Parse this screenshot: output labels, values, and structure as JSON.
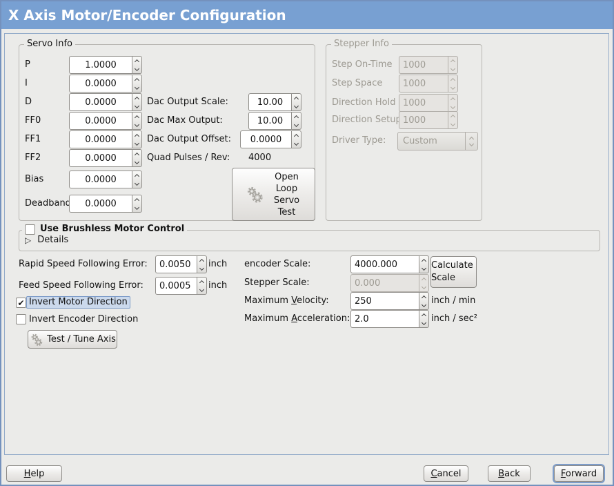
{
  "window": {
    "title": "X Axis Motor/Encoder Configuration"
  },
  "colors": {
    "bg": "#ebebe9",
    "titlebar": "#78a0d2",
    "highlight_bg": "#cbd9ec",
    "highlight_border": "#7f9dc9",
    "disabled_text": "#9d9a92",
    "focus_ring": "#7d9cc9"
  },
  "icons": {
    "details_expander": "▷",
    "check_glyph": "✔"
  },
  "servo_info": {
    "title": "Servo Info",
    "rows": [
      {
        "label": "P",
        "value": "1.0000"
      },
      {
        "label": "I",
        "value": "0.0000"
      },
      {
        "label": "D",
        "value": "0.0000"
      },
      {
        "label": "FF0",
        "value": "0.0000"
      },
      {
        "label": "FF1",
        "value": "0.0000"
      },
      {
        "label": "FF2",
        "value": "0.0000"
      },
      {
        "label": "Bias",
        "value": "0.0000"
      },
      {
        "label": "Deadband",
        "value": "0.0000"
      }
    ],
    "dac_output_scale": {
      "label": "Dac Output Scale:",
      "value": "10.00"
    },
    "dac_max_output": {
      "label": "Dac Max Output:",
      "value": "10.00"
    },
    "dac_output_offset": {
      "label": "Dac Output Offset:",
      "value": "0.0000"
    },
    "quad_pulses": {
      "label": "Quad Pulses / Rev:",
      "value": "4000"
    },
    "open_loop_button_label": "Open Loop Servo Test"
  },
  "stepper_info": {
    "title": "Stepper Info",
    "rows": [
      {
        "label": "Step On-Time",
        "value": "1000"
      },
      {
        "label": "Step Space",
        "value": "1000"
      },
      {
        "label": "Direction Hold",
        "value": "1000"
      },
      {
        "label": "Direction Setup",
        "value": "1000"
      }
    ],
    "driver_type": {
      "label": "Driver Type:",
      "value": "Custom"
    }
  },
  "brushless": {
    "checkbox_label": "Use Brushless Motor Control",
    "check": "",
    "details_label": "Details"
  },
  "following_error": {
    "rapid": {
      "label": "Rapid Speed Following Error:",
      "value": "0.0050",
      "unit": "inch"
    },
    "feed": {
      "label": "Feed Speed Following Error:",
      "value": "0.0005",
      "unit": "inch"
    }
  },
  "direction": {
    "invert_motor": {
      "label": "Invert Motor Direction",
      "check": "✔"
    },
    "invert_encoder": {
      "label": "Invert Encoder Direction",
      "check": ""
    },
    "test_tune_button_label": "Test / Tune Axis"
  },
  "scale": {
    "encoder_scale": {
      "label": "encoder Scale:",
      "value": "4000.000"
    },
    "stepper_scale": {
      "label": "Stepper Scale:",
      "value": "0.000"
    },
    "calculate_button_label": "Calculate Scale",
    "max_velocity": {
      "pre": "Maximum ",
      "key": "V",
      "post": "elocity:",
      "value": "250",
      "unit": "inch / min"
    },
    "max_acceleration": {
      "pre": "Maximum ",
      "key": "A",
      "post": "cceleration:",
      "value": "2.0",
      "unit": "inch / sec²"
    }
  },
  "footer": {
    "help": {
      "key": "H",
      "post": "elp"
    },
    "cancel": {
      "key": "C",
      "post": "ancel"
    },
    "back": {
      "key": "B",
      "post": "ack"
    },
    "forward": {
      "key": "F",
      "post": "orward"
    }
  }
}
